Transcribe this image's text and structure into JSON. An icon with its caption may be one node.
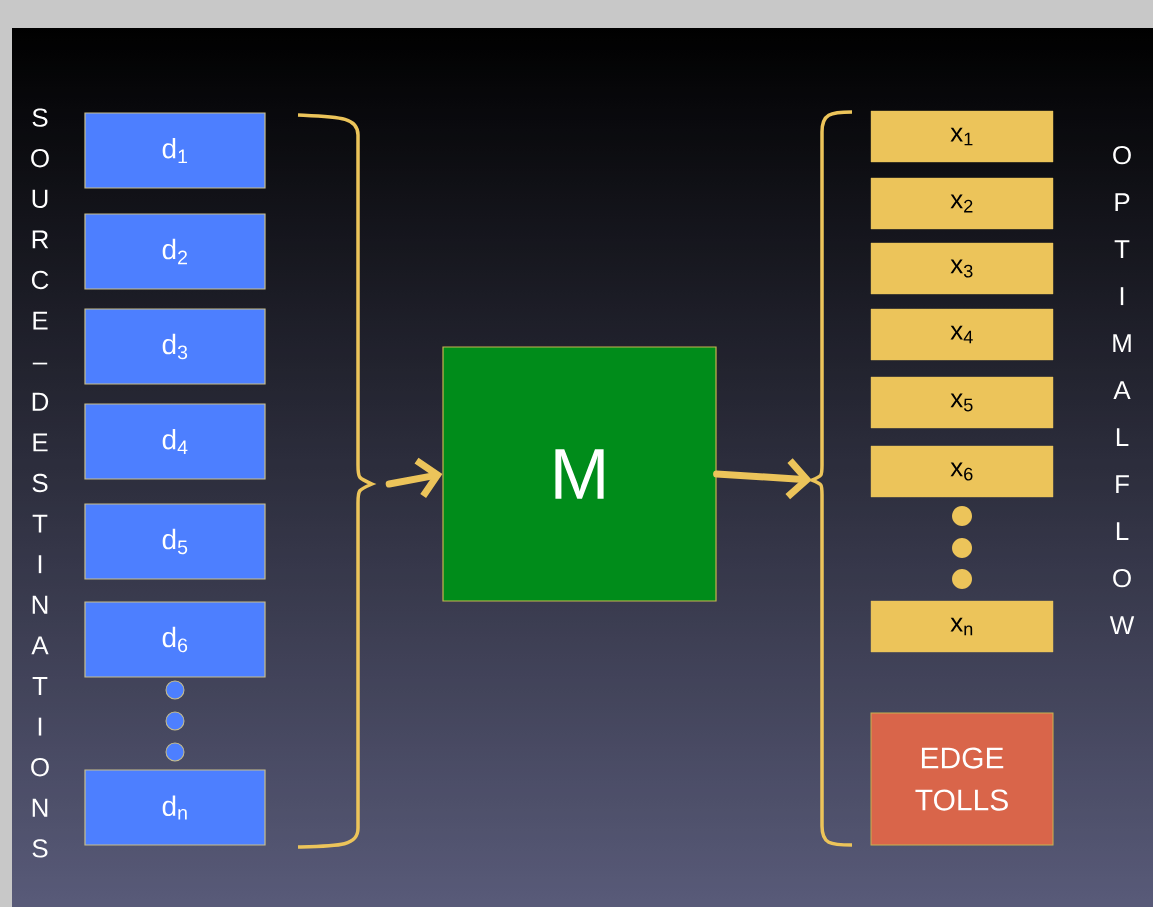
{
  "diagram": {
    "nodes": [
      {
        "text": [
          "d$_{1}$"
        ]
      },
      {
        "text": [
          "d$_{2}$"
        ]
      },
      {
        "text": [
          "d$_{3}$"
        ]
      },
      {
        "text": [
          "d$_{4}$"
        ]
      },
      {
        "text": [
          "d$_{5}$"
        ]
      },
      {
        "text": [
          "d$_{6}$"
        ]
      },
      {
        "text": [],
        "shape": "circle"
      },
      {
        "text": [],
        "shape": "circle"
      },
      {
        "text": [],
        "shape": "circle"
      },
      {
        "text": [
          "d$_{n}$"
        ]
      },
      {
        "text": [
          "M"
        ]
      },
      {
        "text": [
          "x$_{1}$"
        ]
      },
      {
        "text": [
          "x$_{2}$"
        ]
      },
      {
        "text": [
          "x$_{3}$"
        ]
      },
      {
        "text": [
          "x$_{4}$"
        ]
      },
      {
        "text": [
          "x$_{5}$"
        ]
      },
      {
        "text": [
          "x$_{6}$"
        ]
      },
      {
        "text": [],
        "shape": "circle"
      },
      {
        "text": [],
        "shape": "circle"
      },
      {
        "text": [],
        "shape": "circle"
      },
      {
        "text": [
          "x$_{n}$"
        ]
      },
      {
        "text": [
          "EDGE TOLLS"
        ]
      },
      {
        "text": [],
        "shape": "bracket"
      },
      {
        "text": [],
        "shape": "bracket"
      }
    ],
    "edges": [
      {
        "from": 22,
        "to": 10,
        "arrow": "to"
      },
      {
        "from": 10,
        "to": 23,
        "arrow": "to"
      }
    ],
    "labels": [
      "SOURCE–DESTINATIONS",
      "OPTIMAL FLOW"
    ]
  }
}
